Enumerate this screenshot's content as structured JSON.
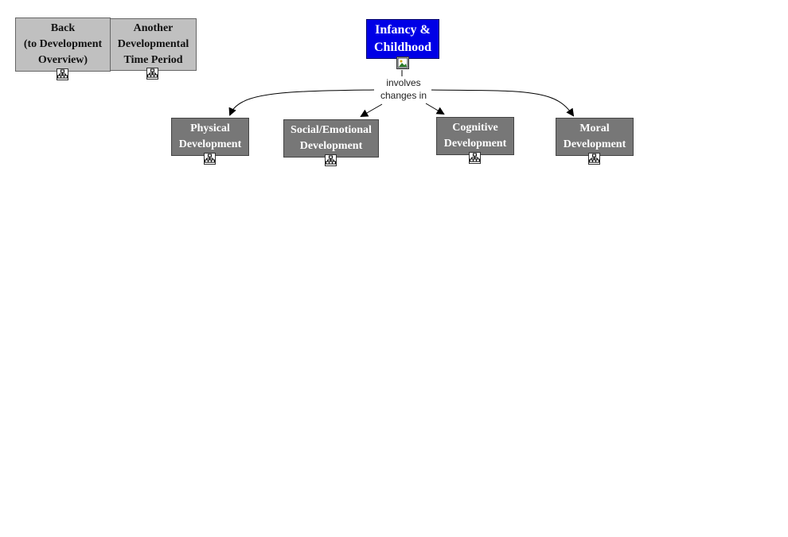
{
  "nodes": {
    "back": {
      "line1": "Back",
      "line2": "(to Development",
      "line3": "Overview)",
      "icon": "concept-map-icon"
    },
    "another": {
      "line1": "Another",
      "line2": "Developmental",
      "line3": "Time Period",
      "icon": "concept-map-icon"
    },
    "main": {
      "line1": "Infancy &",
      "line2": "Childhood",
      "icon": "image-icon"
    },
    "physical": {
      "line1": "Physical",
      "line2": "Development",
      "icon": "concept-map-icon"
    },
    "social": {
      "line1": "Social/Emotional",
      "line2": "Development",
      "icon": "concept-map-icon"
    },
    "cognitive": {
      "line1": "Cognitive",
      "line2": "Development",
      "icon": "concept-map-icon"
    },
    "moral": {
      "line1": "Moral",
      "line2": "Development",
      "icon": "concept-map-icon"
    }
  },
  "link_label": {
    "line1": "involves",
    "line2": "changes in"
  },
  "colors": {
    "main_fill": "#0000e6",
    "child_fill": "#777777",
    "nav_fill": "#c0c0c0"
  }
}
